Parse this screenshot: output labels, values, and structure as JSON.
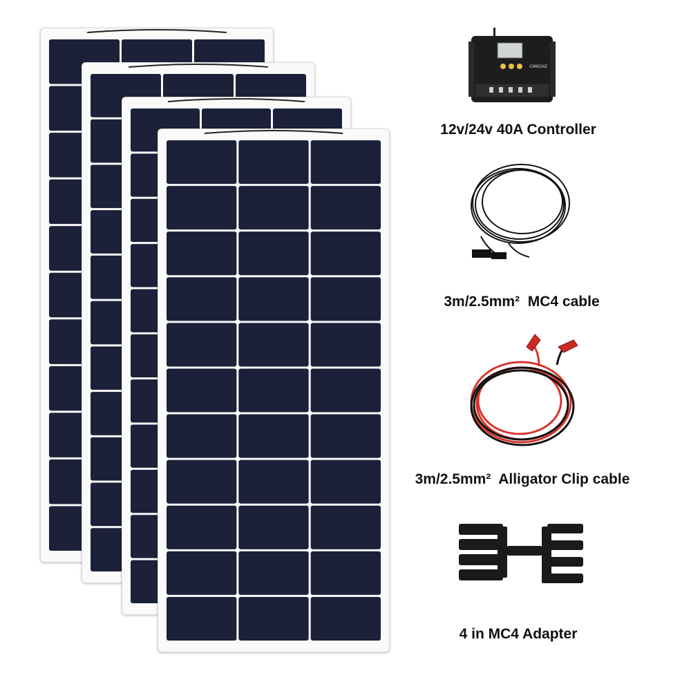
{
  "accessories": [
    {
      "icon": "charge-controller-icon",
      "label": "12v/24v 40A Controller"
    },
    {
      "icon": "mc4-cable-icon",
      "label": "3m/2.5mm²  MC4 cable"
    },
    {
      "icon": "alligator-clip-cable-icon",
      "label": "3m/2.5mm²  Alligator Clip cable"
    },
    {
      "icon": "mc4-adapter-icon",
      "label": "4 in MC4 Adapter"
    }
  ],
  "controller": {
    "model_text": "CM6024Z"
  },
  "colors": {
    "cell": "#1c2038",
    "frame": "#fafafa",
    "red_cable": "#d8342b",
    "black": "#111111"
  }
}
